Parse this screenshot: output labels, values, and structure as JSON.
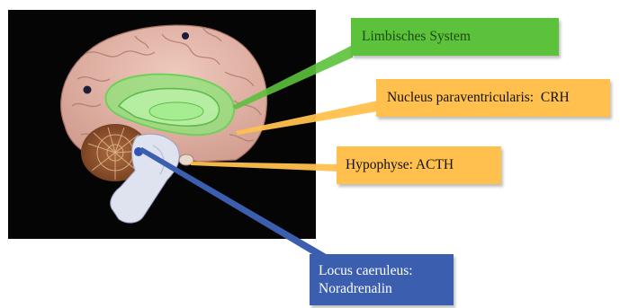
{
  "labels": {
    "limbic": "Limbisches System",
    "paraventricular": "Nucleus paraventricularis:  CRH",
    "pituitary": "Hypophyse: ACTH",
    "locus_line1": "Locus caeruleus:",
    "locus_line2": "Noradrenalin"
  },
  "colors": {
    "limbic_box": "#5cc13b",
    "orange_box": "#ffc04d",
    "blue_box": "#3b5fae",
    "photo_background": "#050505"
  }
}
